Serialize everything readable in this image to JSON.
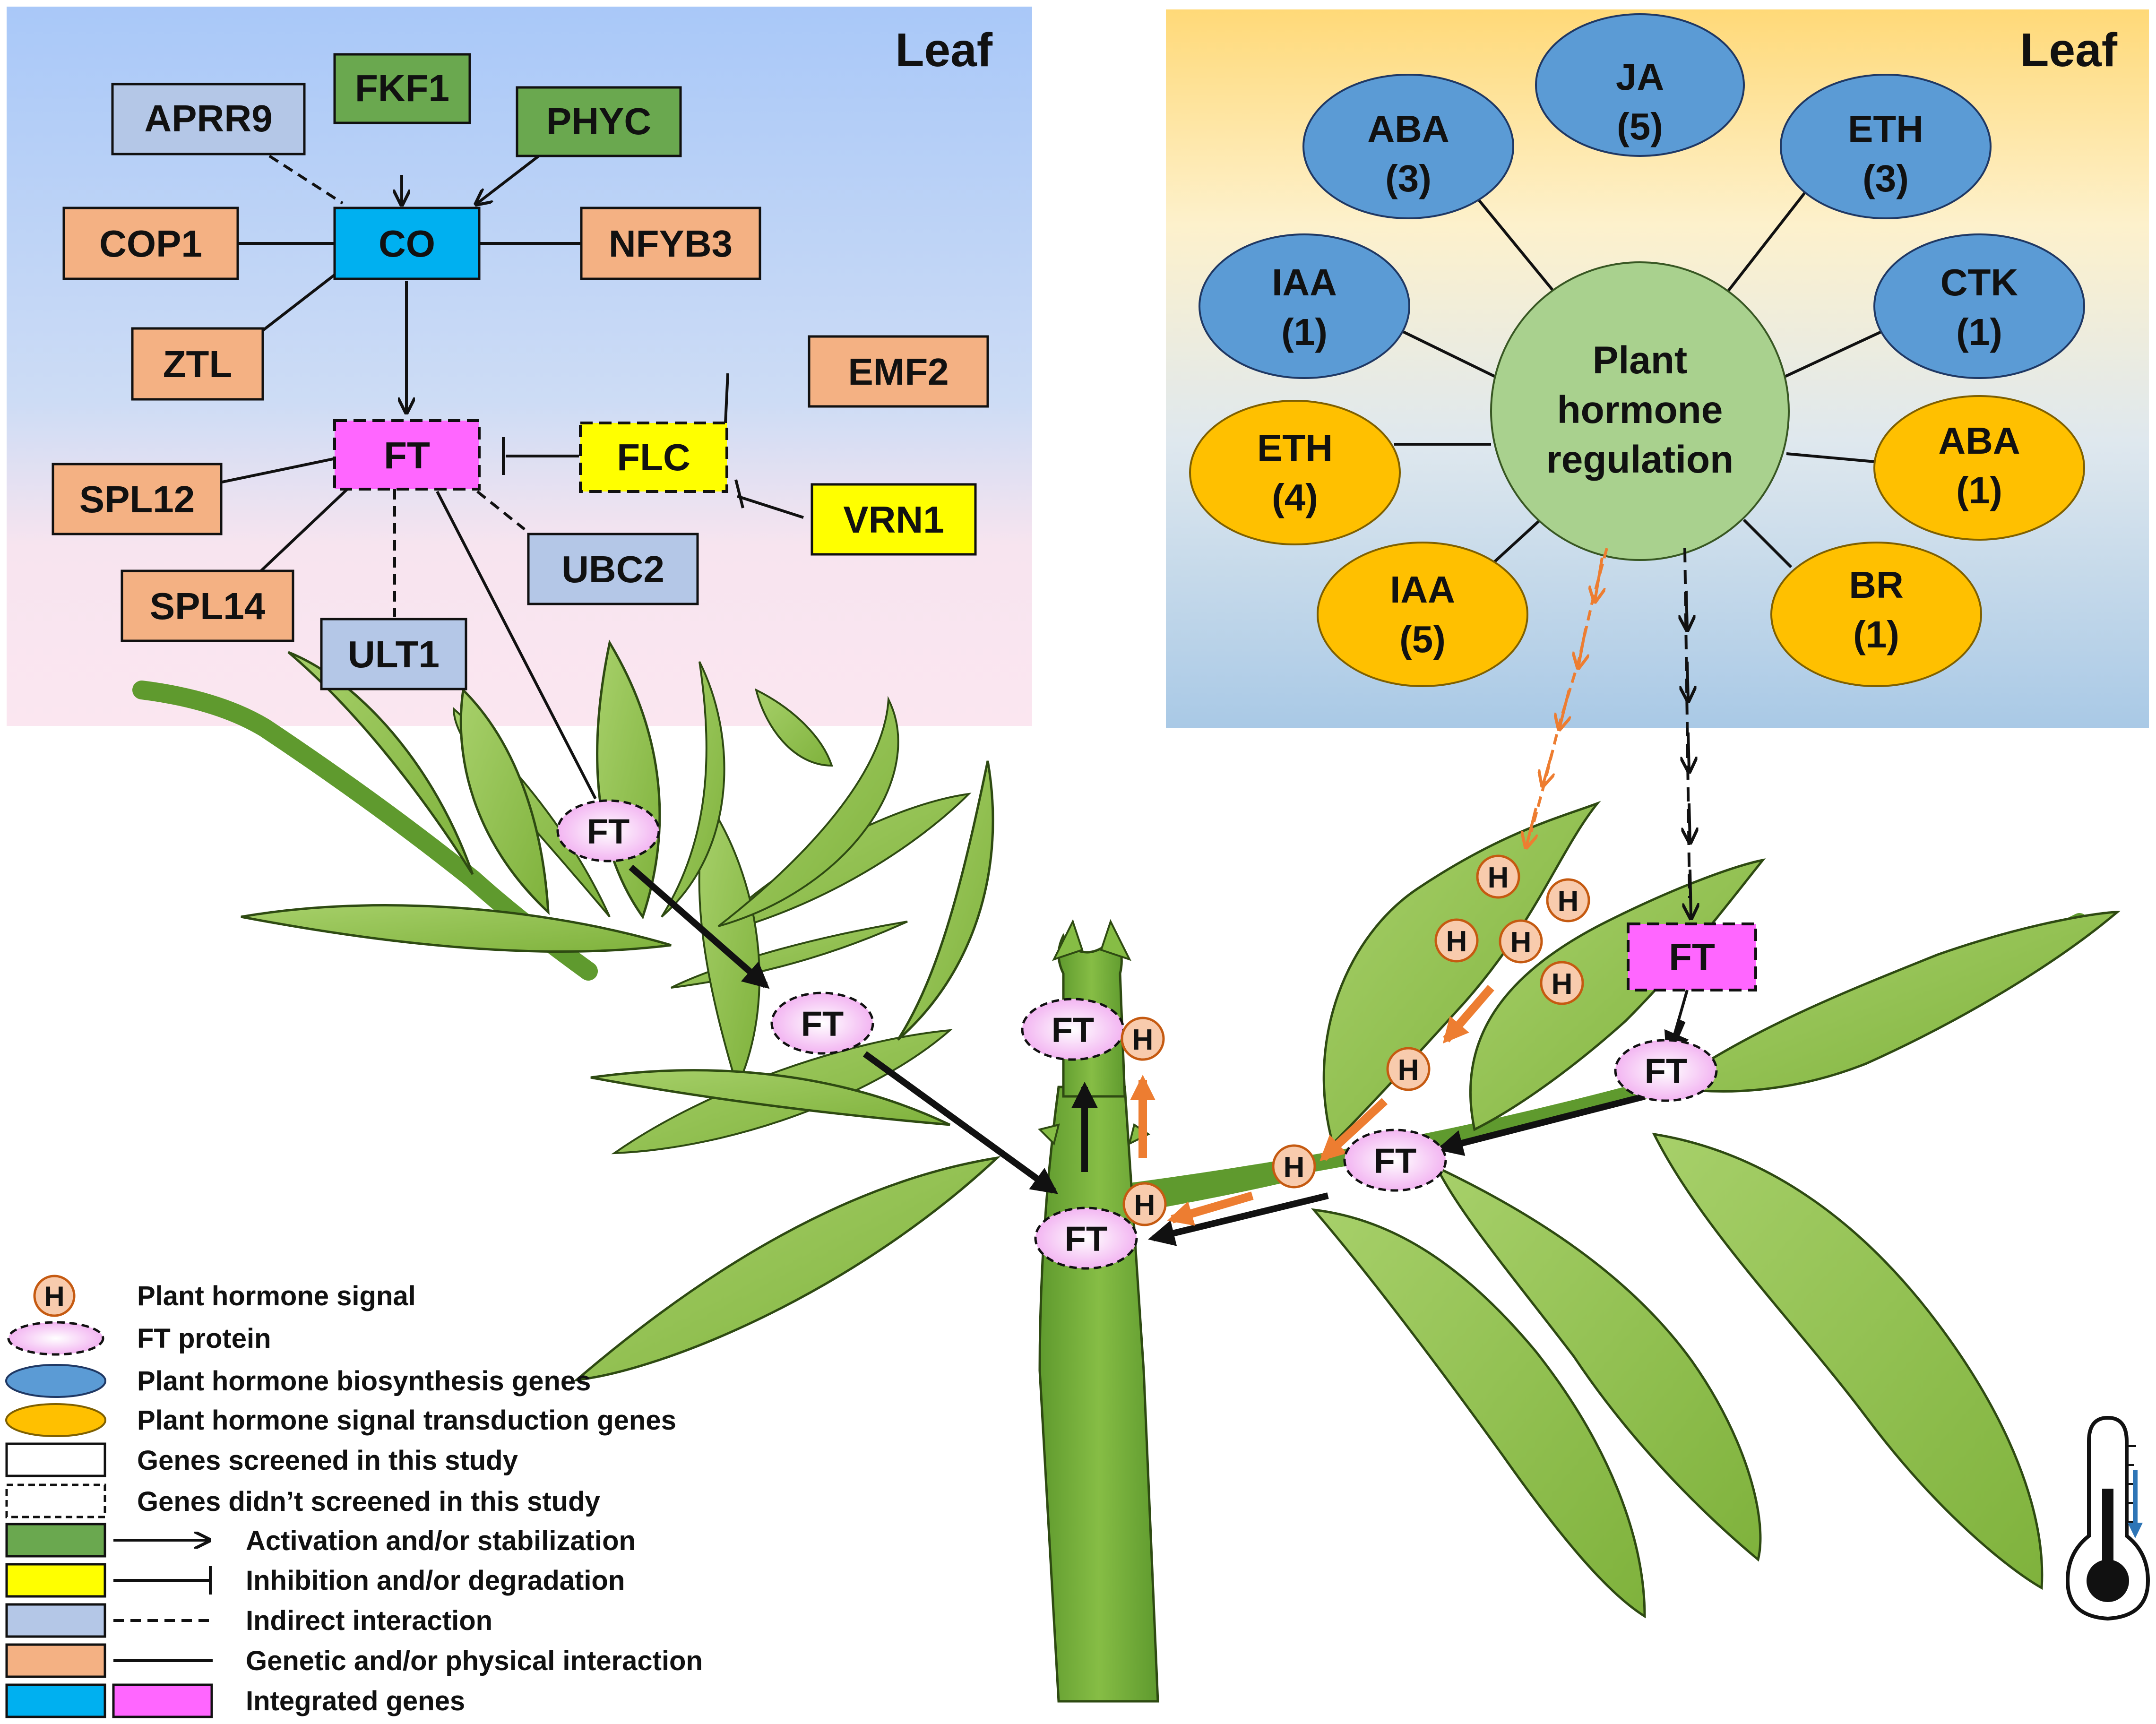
{
  "panels": {
    "left_title": "Leaf",
    "right_title": "Leaf"
  },
  "network": {
    "genes": {
      "aprr9": "APRR9",
      "fkf1": "FKF1",
      "phyc": "PHYC",
      "cop1": "COP1",
      "co": "CO",
      "nfyb3": "NFYB3",
      "ztl": "ZTL",
      "emf2": "EMF2",
      "ft": "FT",
      "flc": "FLC",
      "spl12": "SPL12",
      "vrn1": "VRN1",
      "ubc2": "UBC2",
      "spl14": "SPL14",
      "ult1": "ULT1"
    }
  },
  "hormone": {
    "center": [
      "Plant",
      "hormone",
      "regulation"
    ],
    "biosynthesis": [
      {
        "name": "ABA",
        "count": "(3)"
      },
      {
        "name": "JA",
        "count": "(5)"
      },
      {
        "name": "ETH",
        "count": "(3)"
      },
      {
        "name": "IAA",
        "count": "(1)"
      },
      {
        "name": "CTK",
        "count": "(1)"
      }
    ],
    "transduction": [
      {
        "name": "ETH",
        "count": "(4)"
      },
      {
        "name": "ABA",
        "count": "(1)"
      },
      {
        "name": "IAA",
        "count": "(5)"
      },
      {
        "name": "BR",
        "count": "(1)"
      }
    ]
  },
  "plant": {
    "ft_label": "FT",
    "h_label": "H"
  },
  "legend": {
    "hormone_signal": "Plant hormone signal",
    "ft_protein": "FT protein",
    "biosynthesis": "Plant hormone biosynthesis genes",
    "transduction": "Plant hormone signal transduction genes",
    "screened": "Genes screened in this study",
    "not_screened": "Genes didn’t screened in this study",
    "activation": "Activation and/or stabilization",
    "inhibition": "Inhibition and/or degradation",
    "indirect": "Indirect interaction",
    "genetic": "Genetic and/or physical interaction",
    "integrated": "Integrated genes",
    "h_label": "H"
  },
  "colors": {
    "green_gene": "#6aa84f",
    "yellow_gene": "#ffff00",
    "blue_gene": "#b4c7e7",
    "salmon_gene": "#f4b183",
    "co_blue": "#00b0f0",
    "ft_magenta": "#ff66ff",
    "biosynthesis_blue": "#5b9bd5",
    "transduction_orange": "#ffc000",
    "center_green": "#a9d18e",
    "hormone_signal": "#f8cbad",
    "ft_protein": "#f4b6f4"
  }
}
